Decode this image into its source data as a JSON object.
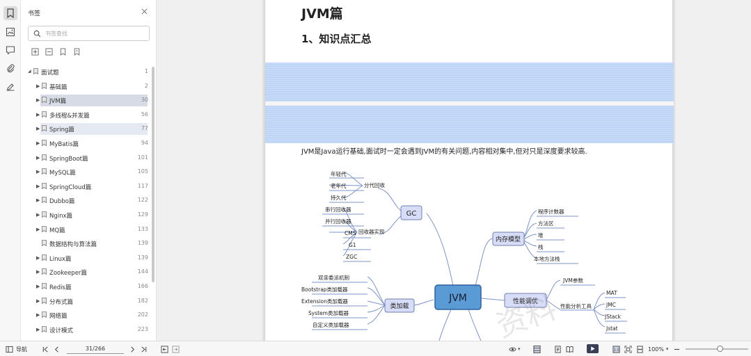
{
  "panel": {
    "title": "书签",
    "search_placeholder": "书签查找"
  },
  "bookmarks": [
    {
      "label": "面试题",
      "page": "1",
      "level": 0,
      "expanded": true
    },
    {
      "label": "基础篇",
      "page": "2",
      "level": 1
    },
    {
      "label": "JVM篇",
      "page": "30",
      "level": 1,
      "selected": true
    },
    {
      "label": "多线程&并发篇",
      "page": "56",
      "level": 1
    },
    {
      "label": "Spring篇",
      "page": "77",
      "level": 1,
      "hovered": true
    },
    {
      "label": "MyBatis篇",
      "page": "94",
      "level": 1
    },
    {
      "label": "SpringBoot篇",
      "page": "101",
      "level": 1
    },
    {
      "label": "MySQL篇",
      "page": "105",
      "level": 1
    },
    {
      "label": "SpringCloud篇",
      "page": "117",
      "level": 1
    },
    {
      "label": "Dubbo篇",
      "page": "122",
      "level": 1
    },
    {
      "label": "Nginx篇",
      "page": "129",
      "level": 1
    },
    {
      "label": "MQ篇",
      "page": "133",
      "level": 1
    },
    {
      "label": "数据结构与算法篇",
      "page": "139",
      "level": 1,
      "noarrow": true
    },
    {
      "label": "Linux篇",
      "page": "139",
      "level": 1
    },
    {
      "label": "Zookeeper篇",
      "page": "144",
      "level": 1
    },
    {
      "label": "Redis篇",
      "page": "166",
      "level": 1
    },
    {
      "label": "分布式篇",
      "page": "182",
      "level": 1
    },
    {
      "label": "网络篇",
      "page": "202",
      "level": 1
    },
    {
      "label": "设计模式",
      "page": "223",
      "level": 1
    }
  ],
  "document": {
    "h1": "JVM篇",
    "h2": "1、知识点汇总",
    "para": "JVM是Java运行基础,面试时一定会遇到JVM的有关问题,内容相对集中,但对只是深度要求较高.",
    "watermark": "资料"
  },
  "mindmap": {
    "center": "JVM",
    "gc": "GC",
    "gc_gen": "分代回收",
    "gc_gen_items": [
      "年轻代",
      "老年代",
      "持久代"
    ],
    "gc_impl": "回收器实现",
    "gc_impl_items": [
      "串行回收器",
      "并行回收器",
      "CMS",
      "G1",
      "ZGC"
    ],
    "mem": "内存模型",
    "mem_items": [
      "程序计数器",
      "方法区",
      "堆",
      "栈",
      "本地方法栈"
    ],
    "perf": "性能调优",
    "perf_params": "JVM参数",
    "perf_tools": "性能分析工具",
    "perf_tool_items": [
      "MAT",
      "JMC",
      "JStack",
      "Jstat"
    ],
    "cl": "类加载",
    "cl_items": [
      "双亲委派机制",
      "Bootstrap类加载器",
      "Extension类加载器",
      "System类加载器",
      "自定义类加载器"
    ]
  },
  "statusbar": {
    "nav_label": "导航",
    "page_indicator": "31/266",
    "zoom": "100%"
  },
  "colors": {
    "accent": "#3a3f56",
    "selected_row": "#d6dbe6",
    "band": "#bcd3f5",
    "node_fill": "#d7dcf7",
    "center_fill": "#5b9bd5"
  }
}
